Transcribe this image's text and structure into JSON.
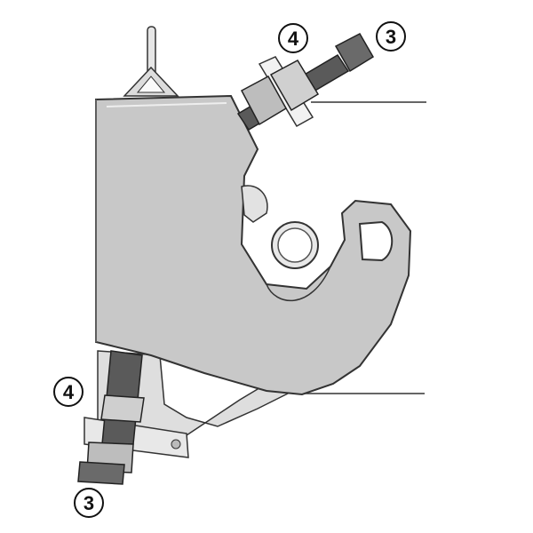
{
  "diagram": {
    "callouts": [
      {
        "id": "top-left",
        "label": "4"
      },
      {
        "id": "top-right",
        "label": "3"
      },
      {
        "id": "bottom-upper",
        "label": "4"
      },
      {
        "id": "bottom-lower",
        "label": "3"
      }
    ]
  },
  "colors": {
    "body_fill": "#c8c8c8",
    "body_light": "#e2e2e2",
    "bolt_dark": "#555555",
    "outline": "#333333",
    "background": "#ffffff"
  }
}
